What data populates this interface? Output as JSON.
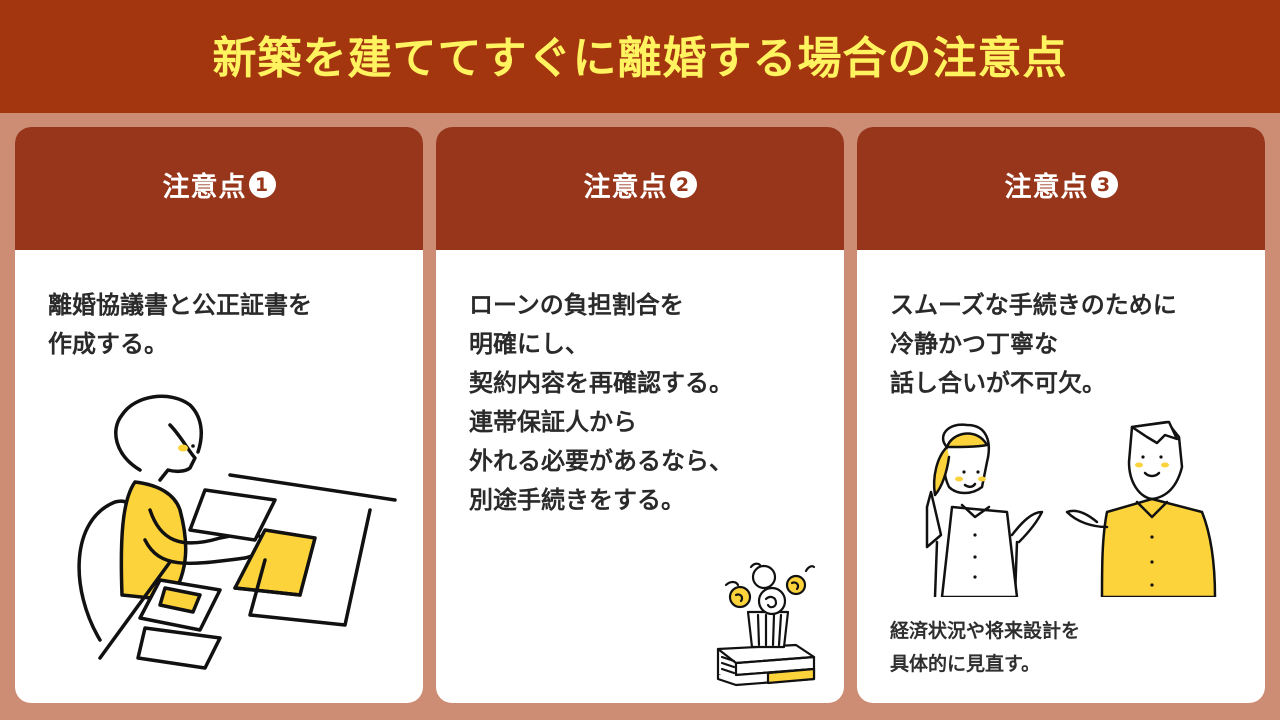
{
  "header": {
    "title": "新築を建ててすぐに離婚する場合の注意点"
  },
  "colors": {
    "header_bg": "#a4360f",
    "title_text": "#fff35f",
    "page_bg": "#cd8c74",
    "card_head_bg": "#98361b",
    "illustration_accent": "#fdd33c"
  },
  "cards": [
    {
      "label": "注意点",
      "number": "1",
      "lines": [
        "離婚協議書と公正証書を",
        "作成する。"
      ],
      "illustration": "woman-reviewing-documents-icon"
    },
    {
      "label": "注意点",
      "number": "2",
      "lines": [
        "ローンの負担割合を",
        "明確にし、",
        "契約内容を再確認する。",
        "連帯保証人から",
        "外れる必要があるなら、",
        "別途手続きをする。"
      ],
      "illustration": "flowers-on-books-icon"
    },
    {
      "label": "注意点",
      "number": "3",
      "lines": [
        "スムーズな手続きのために",
        "冷静かつ丁寧な",
        "話し合いが不可欠。"
      ],
      "note_lines": [
        "経済状況や将来設計を",
        "具体的に見直す。"
      ],
      "illustration": "couple-discussing-icon"
    }
  ]
}
